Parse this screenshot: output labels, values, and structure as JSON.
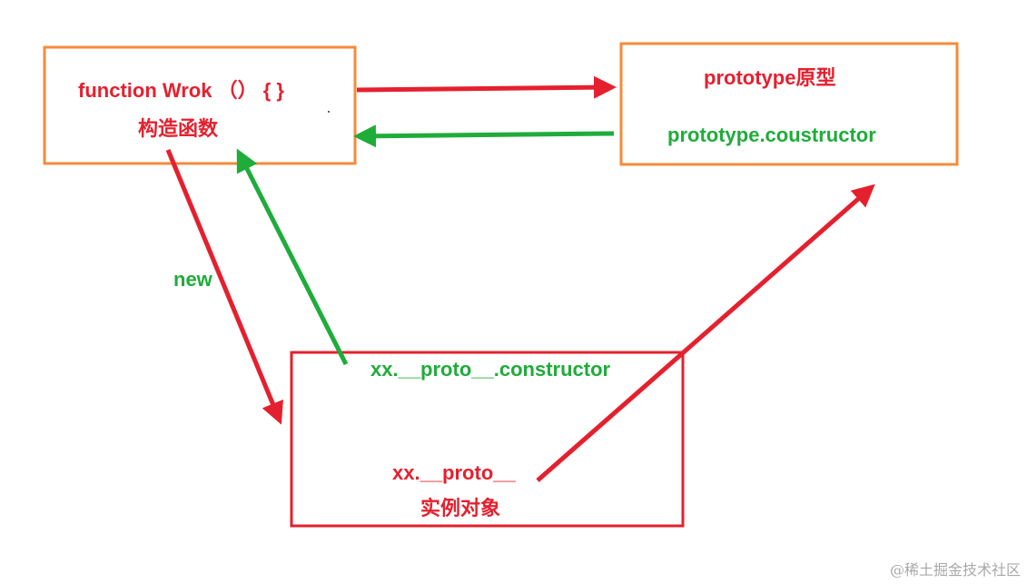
{
  "colors": {
    "orange_box": "#f58b3b",
    "red": "#e5202e",
    "green": "#1fac3a",
    "watermark": "#a8a8a8"
  },
  "constructor_box": {
    "line1": "function Wrok （） { }",
    "line2": "构造函数"
  },
  "prototype_box": {
    "line1": "prototype原型",
    "line2": "prototype.coustructor"
  },
  "instance_box": {
    "line1": "xx.__proto__.constructor",
    "line2": "xx.__proto__",
    "line3": "实例对象"
  },
  "arrow_labels": {
    "new": "new"
  },
  "watermark": "@稀土掘金技术社区"
}
